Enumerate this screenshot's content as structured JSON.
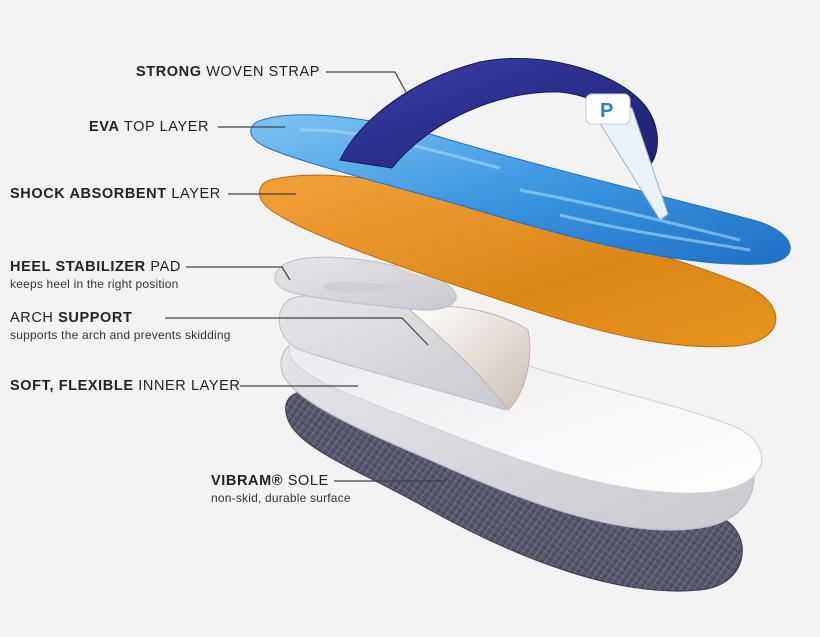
{
  "labels": {
    "strap": {
      "bold": "STRONG",
      "rest": " WOVEN STRAP"
    },
    "eva": {
      "bold": "EVA",
      "rest": " TOP LAYER"
    },
    "shock": {
      "bold": "SHOCK ABSORBENT",
      "rest": " LAYER"
    },
    "heel": {
      "bold": "HEEL STABILIZER",
      "rest": " PAD",
      "sub": "keeps heel in the right position"
    },
    "arch": {
      "pre": "ARCH ",
      "bold": "SUPPORT",
      "sub": "supports the arch and prevents skidding"
    },
    "soft": {
      "bold": "SOFT, FLEXIBLE",
      "rest": " INNER LAYER"
    },
    "vibram": {
      "bold": "VIBRAM®",
      "rest": " SOLE",
      "sub": "non-skid, durable surface"
    }
  },
  "strap_logo": "P",
  "colors": {
    "strap": "#2a2f8f",
    "eva": "#3a8fd8",
    "shock": "#e08a1e",
    "white_layer": "#f4f4f6",
    "grey_layer": "#d9d9de",
    "sole": "#55566a"
  }
}
